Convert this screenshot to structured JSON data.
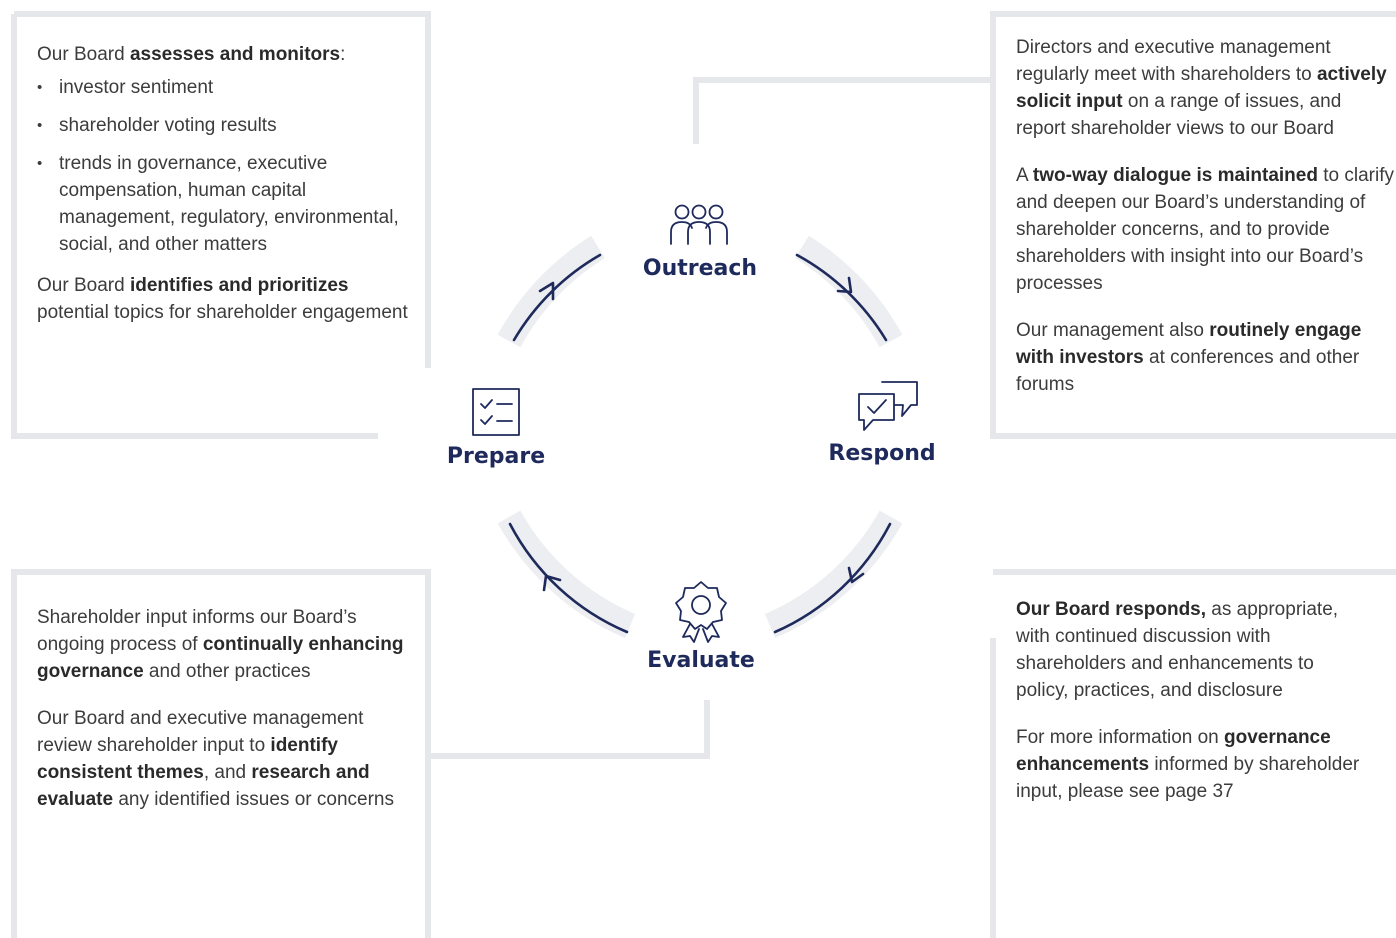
{
  "stages": {
    "outreach": "Outreach",
    "respond": "Respond",
    "evaluate": "Evaluate",
    "prepare": "Prepare"
  },
  "prepare_box": {
    "p1_a": "Our Board ",
    "p1_b": "assesses and monitors",
    "p1_c": ":",
    "bullets": [
      "investor sentiment",
      "shareholder voting results",
      "trends in governance, executive compensation, human capital management, regulatory, environmental, social, and other matters"
    ],
    "p2_a": "Our Board ",
    "p2_b": "identifies and prioritizes",
    "p2_c": " potential topics for shareholder engagement"
  },
  "outreach_box": {
    "p1_a": "Directors and executive management regularly meet with shareholders to ",
    "p1_b": "actively solicit input",
    "p1_c": " on a range of issues, and report shareholder views to our Board",
    "p2_a": "A ",
    "p2_b": "two-way dialogue is maintained",
    "p2_c": " to clarify and deepen our Board’s understanding of shareholder concerns, and to provide shareholders with insight into our Board’s processes",
    "p3_a": "Our management also ",
    "p3_b": "routinely engage with investors",
    "p3_c": " at conferences and other forums"
  },
  "evaluate_box": {
    "p1_a": "Shareholder input informs our Board’s ongoing process of ",
    "p1_b": "continually enhancing governance",
    "p1_c": " and other practices",
    "p2_a": "Our Board and executive management review shareholder input to ",
    "p2_b": "identify consistent themes",
    "p2_c": ", and ",
    "p2_d": "research and evaluate",
    "p2_e": " any identified issues or concerns"
  },
  "respond_box": {
    "p1_b": "Our Board responds,",
    "p1_c": " as appropriate, with continued discussion with shareholders and enhancements to policy, practices, and disclosure",
    "p2_a": "For more information on ",
    "p2_b": "governance enhancements",
    "p2_c": " informed by shareholder input, please see page 37"
  },
  "colors": {
    "navy": "#1f2a5c",
    "frame": "#e6e7ea",
    "ring": "#eceef1"
  },
  "icons": {
    "outreach": "people-group-icon",
    "respond": "chat-bubbles-check-icon",
    "evaluate": "award-ribbon-icon",
    "prepare": "checklist-icon"
  }
}
